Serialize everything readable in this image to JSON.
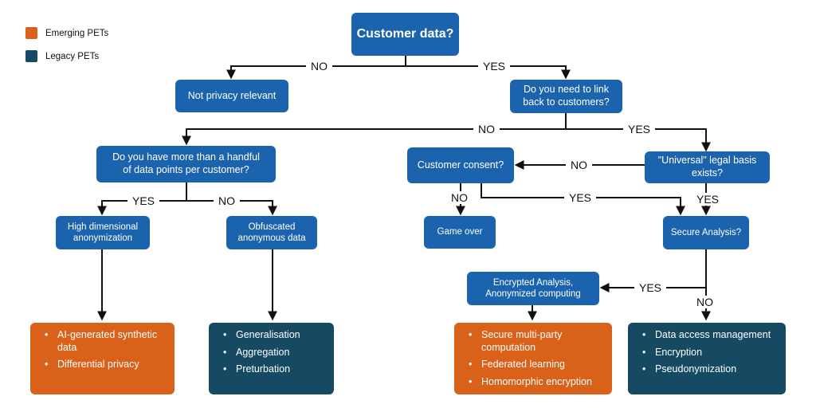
{
  "legend": [
    {
      "label": "Emerging PETs",
      "color": "#d9611a"
    },
    {
      "label": "Legacy PETs",
      "color": "#154a62"
    }
  ],
  "colors": {
    "node": "#1c63ad",
    "emerging": "#d9611a",
    "legacy": "#154a62",
    "line": "#111111"
  },
  "nodes": {
    "customer_data": "Customer data?",
    "not_privacy_relevant": "Not privacy relevant",
    "link_back": {
      "line1": "Do you need to link",
      "line2": "back to customers?"
    },
    "handful": {
      "line1": "Do you have more than a handful",
      "line2": "of data points per customer?"
    },
    "customer_consent": "Customer consent?",
    "universal": {
      "line1": "\"Universal\" legal basis",
      "line2": "exists?"
    },
    "high_dim": {
      "line1": "High dimensional",
      "line2": "anonymization"
    },
    "obfuscated": {
      "line1": "Obfuscated",
      "line2": "anonymous data"
    },
    "game_over": "Game over",
    "secure_analysis": "Secure Analysis?",
    "encrypted": {
      "line1": "Encrypted Analysis,",
      "line2": "Anonymized computing"
    }
  },
  "outcomes": {
    "synthetic": [
      "AI-generated synthetic data",
      "Differential privacy"
    ],
    "generalisation": [
      "Generalisation",
      "Aggregation",
      "Preturbation"
    ],
    "mpc": [
      "Secure multi-party computation",
      "Federated learning",
      "Homomorphic encryption"
    ],
    "access": [
      "Data access management",
      "Encryption",
      "Pseudonymization"
    ]
  },
  "edge_labels": {
    "no": "NO",
    "yes": "YES"
  }
}
